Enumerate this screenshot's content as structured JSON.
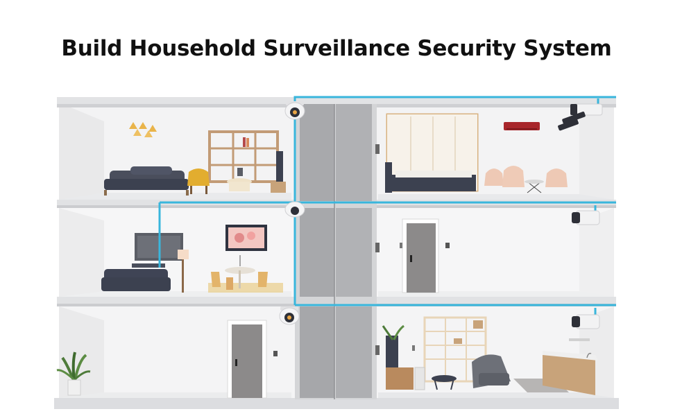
{
  "header": {
    "title": "Build Household Surveillance Security System"
  },
  "colors": {
    "cable": "#39b6dc",
    "wall": "#f2f2f3",
    "floor_slab": "#e4e5e7",
    "elevator": "#a9aaad",
    "sofa": "#3c4150",
    "door": "#8c8a8a",
    "accent_wood": "#c8a37a",
    "ac_unit": "#a8262b"
  },
  "scene": {
    "floors": [
      {
        "level": "top",
        "rooms": [
          "living-room",
          "bedroom"
        ],
        "cameras": [
          "dome-camera",
          "bullet-camera-group"
        ]
      },
      {
        "level": "middle",
        "rooms": [
          "lounge",
          "hallway"
        ],
        "cameras": [
          "dome-camera",
          "bullet-camera"
        ]
      },
      {
        "level": "ground",
        "rooms": [
          "entrance",
          "kitchen-lounge"
        ],
        "cameras": [
          "dome-camera",
          "bullet-camera"
        ]
      }
    ],
    "icons": [
      "dome-camera-icon",
      "bullet-camera-icon",
      "elevator-door-icon",
      "door-icon",
      "sofa-icon",
      "plant-icon",
      "lamp-icon"
    ]
  }
}
